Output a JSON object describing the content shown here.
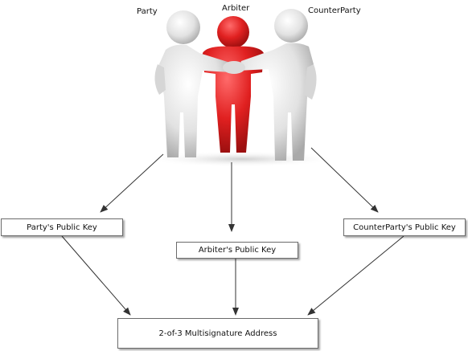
{
  "figures": {
    "party_label": "Party",
    "arbiter_label": "Arbiter",
    "counterparty_label": "CounterParty"
  },
  "keys": {
    "party_key": "Party's Public Key",
    "arbiter_key": "Arbiter's Public Key",
    "counterparty_key": "CounterParty's Public Key"
  },
  "address": {
    "label": "2-of-3 Multisignature Address"
  },
  "colors": {
    "figure_white": "#e6e6e6",
    "figure_red": "#e02020",
    "arrow": "#333333"
  }
}
